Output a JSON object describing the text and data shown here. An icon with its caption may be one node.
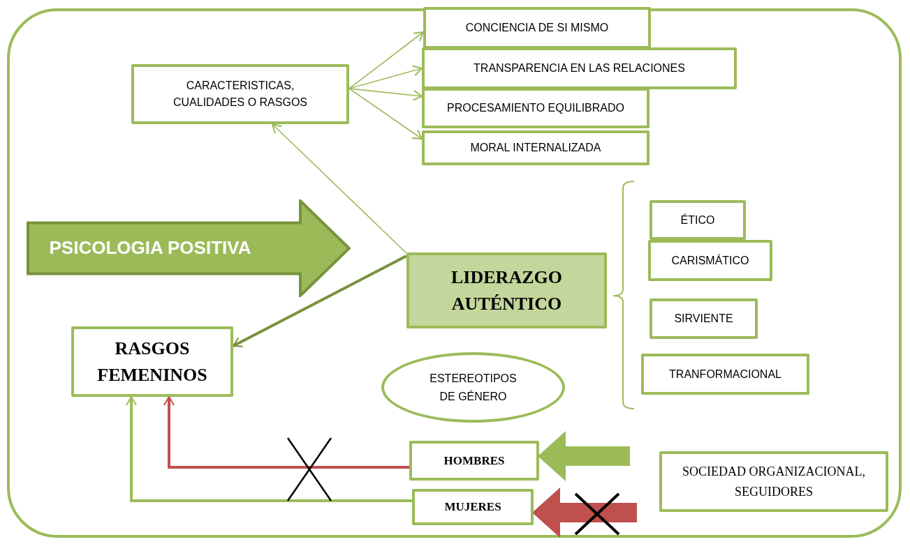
{
  "diagram": {
    "nodes": [
      {
        "text": [
          "CARACTERISTICAS, CUALIDADES O RASGOS"
        ]
      },
      {
        "text": [
          "CONCIENCIA DE SI MISMO"
        ]
      },
      {
        "text": [
          "TRANSPARENCIA EN LAS RELACIONES"
        ]
      },
      {
        "text": [
          "PROCESAMIENTO EQUILIBRADO"
        ]
      },
      {
        "text": [
          "MORAL INTERNALIZADA"
        ]
      },
      {
        "text": [
          "PSICOLOGIA POSITIVA"
        ]
      },
      {
        "text": [
          "LIDERAZGO AUTÉNTICO"
        ]
      },
      {
        "text": [
          "ÉTICO"
        ]
      },
      {
        "text": [
          "CARISMÁTICO"
        ]
      },
      {
        "text": [
          "SIRVIENTE"
        ]
      },
      {
        "text": [
          "TRANFORMACIONAL"
        ]
      },
      {
        "text": [
          "RASGOS FEMENINOS"
        ]
      },
      {
        "text": [
          "ESTEREOTIPOS DE GÉNERO"
        ]
      },
      {
        "text": [
          "HOMBRES"
        ]
      },
      {
        "text": [
          "MUJERES"
        ]
      },
      {
        "text": [
          "SOCIEDAD ORGANIZACIONAL, SEGUIDORES"
        ]
      }
    ],
    "edges": [
      {
        "from": 0,
        "to": 1,
        "arrow": "to"
      },
      {
        "from": 0,
        "to": 2,
        "arrow": "to"
      },
      {
        "from": 0,
        "to": 3,
        "arrow": "to"
      },
      {
        "from": 0,
        "to": 4,
        "arrow": "to"
      },
      {
        "from": 6,
        "to": 0,
        "arrow": "to"
      },
      {
        "from": 6,
        "to": 11,
        "arrow": "to",
        "style": "thick",
        "color": "#77933c"
      },
      {
        "from": 13,
        "to": 11,
        "arrow": "to",
        "style": "thick",
        "color": "#c0504d"
      },
      {
        "from": 14,
        "to": 11,
        "arrow": "to",
        "style": "thick"
      },
      {
        "from": null,
        "to": 13,
        "arrow": "to",
        "style": "thick"
      },
      {
        "from": null,
        "to": 14,
        "arrow": "to",
        "style": "thick",
        "color": "#c0504d"
      }
    ]
  }
}
